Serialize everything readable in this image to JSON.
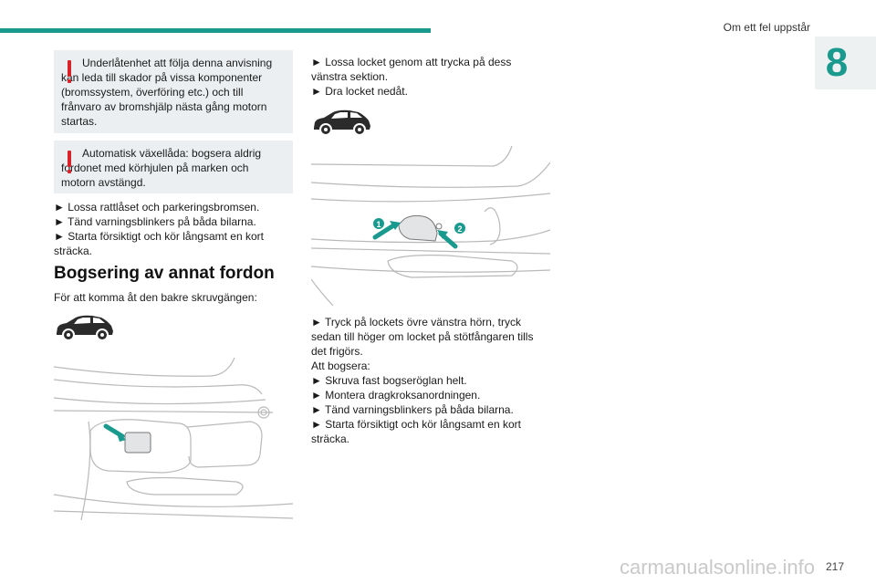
{
  "header": {
    "title": "Om ett fel uppstår",
    "chapter": "8",
    "accent": "#1a9a8e"
  },
  "left": {
    "warning1": "Underlåtenhet att följa denna anvisning kan leda till skador på vissa komponenter (bromssystem, överföring etc.) och till frånvaro av bromshjälp nästa gång motorn startas.",
    "warning2": "Automatisk växellåda: bogsera aldrig fordonet med körhjulen på marken och motorn avstängd.",
    "steps": [
      "► Lossa rattlåset och parkeringsbromsen.",
      "► Tänd varningsblinkers på båda bilarna.",
      "► Starta försiktigt och kör långsamt en kort sträcka."
    ],
    "section_title": "Bogsering av annat fordon",
    "intro": "För att komma åt den bakre skruvgängen:"
  },
  "right": {
    "steps_top": [
      "► Lossa locket genom att trycka på dess vänstra sektion.",
      "► Dra locket nedåt."
    ],
    "badge1": "1",
    "badge2": "2",
    "para_lines": [
      "► Tryck på lockets övre vänstra hörn, tryck sedan till höger om locket på stötfångaren tills det frigörs.",
      "Att bogsera:",
      "► Skruva fast bogseröglan helt.",
      "► Montera dragkroksanordningen.",
      "► Tänd varningsblinkers på båda bilarna.",
      "► Starta försiktigt och kör långsamt en kort sträcka."
    ]
  },
  "footer": {
    "page": "217",
    "watermark": "carmanualsonline.info"
  },
  "colors": {
    "warning": "#d8232a",
    "box": "#eceff1",
    "arrow": "#1a9a8e"
  }
}
